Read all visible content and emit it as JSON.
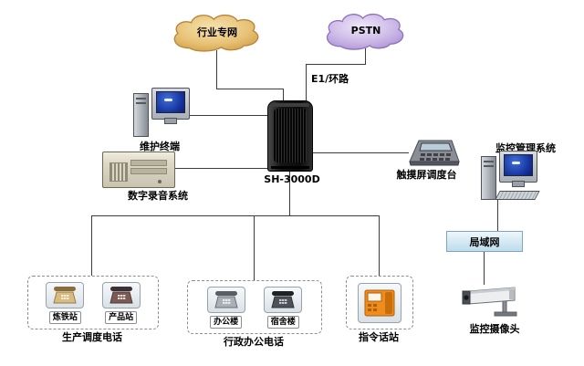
{
  "clouds": {
    "industry": "行业专网",
    "pstn": "PSTN"
  },
  "labels": {
    "e1": "E1/环路",
    "maintenance": "维护终端",
    "recording": "数字录音系统",
    "server": "SH-3000D",
    "console": "触摸屏调度台",
    "monitor_sys": "监控管理系统",
    "lan": "局域网",
    "camera": "监控摄像头"
  },
  "groups": {
    "production": {
      "label": "生产调度电话",
      "stations": [
        "炼铁站",
        "产品站"
      ]
    },
    "admin": {
      "label": "行政办公电话",
      "stations": [
        "办公楼",
        "宿舍楼"
      ]
    },
    "command": {
      "label": "指令话站"
    }
  },
  "colors": {
    "cloud_industry": "#e7c276",
    "cloud_pstn": "#cbb7e6",
    "lan_fill": "#cfe6f2",
    "command_device": "#ef8c1e",
    "connector": "#3c3c3c",
    "server_body": "#161616",
    "screen_blue": "#14309a"
  }
}
